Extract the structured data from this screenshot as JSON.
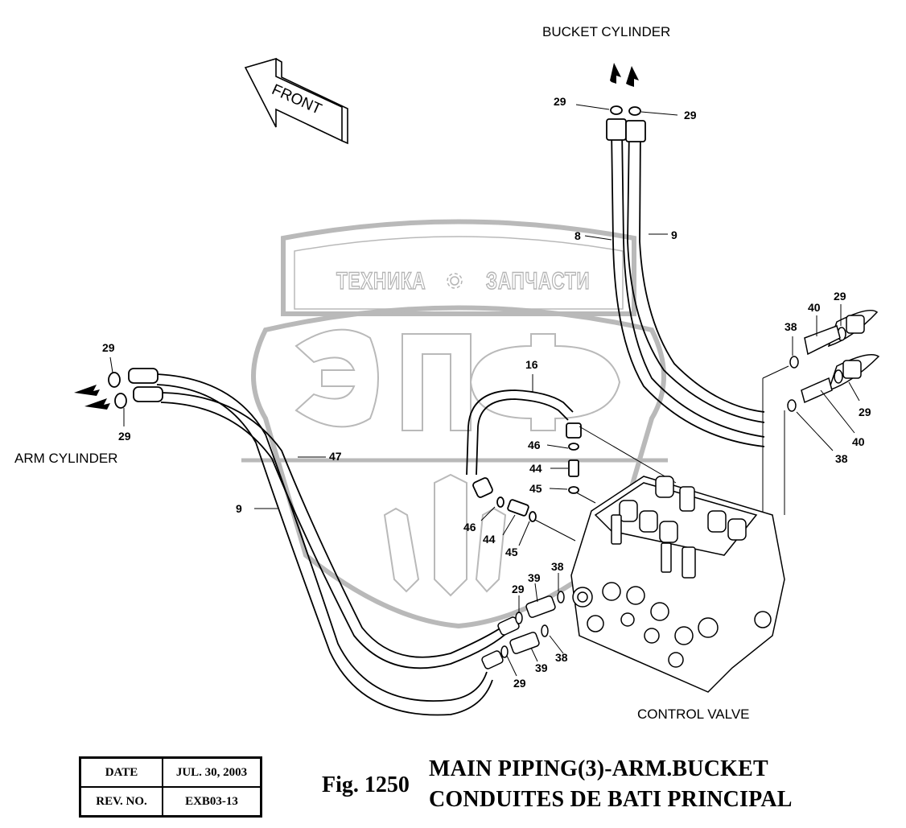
{
  "watermark": {
    "brand_left": "ТЕХНИКА",
    "brand_right": "ЗАПЧАСТИ",
    "logo_letters": "ЭПФ",
    "gear_icon": "gear-icon",
    "color": "#b4b4b4"
  },
  "direction_indicator": {
    "label": "FRONT",
    "icon": "arrow-left-icon"
  },
  "destinations": {
    "bucket_cylinder": "BUCKET CYLINDER",
    "arm_cylinder": "ARM CYLINDER",
    "control_valve": "CONTROL VALVE"
  },
  "part_labels": {
    "bucket_oring_left": "29",
    "bucket_oring_right": "29",
    "hose_8": "8",
    "hose_9_top": "9",
    "right_40_top": "40",
    "right_29_top": "29",
    "right_38_top": "38",
    "right_29_bottom": "29",
    "right_40_bottom": "40",
    "right_38_bottom": "38",
    "arm_29_top": "29",
    "arm_29_bottom": "29",
    "hose_47": "47",
    "hose_9_left": "9",
    "hose_16": "16",
    "oring_46_upper": "46",
    "adapter_44_upper": "44",
    "oring_45_upper": "45",
    "oring_46_lower": "46",
    "adapter_44_lower": "44",
    "oring_45_lower": "45",
    "oring_29_cv_top": "29",
    "adapter_39_top": "39",
    "oring_38_cv_top": "38",
    "oring_38_cv_bottom": "38",
    "adapter_39_bottom": "39",
    "oring_29_cv_bottom": "29"
  },
  "info_table": {
    "rows": [
      {
        "key": "DATE",
        "value": "JUL. 30, 2003"
      },
      {
        "key": "REV. NO.",
        "value": "EXB03-13"
      }
    ]
  },
  "figure": {
    "number": "Fig. 1250",
    "title_en": "MAIN PIPING(3)-ARM.BUCKET",
    "title_fr": "CONDUITES DE BATI PRINCIPAL"
  }
}
